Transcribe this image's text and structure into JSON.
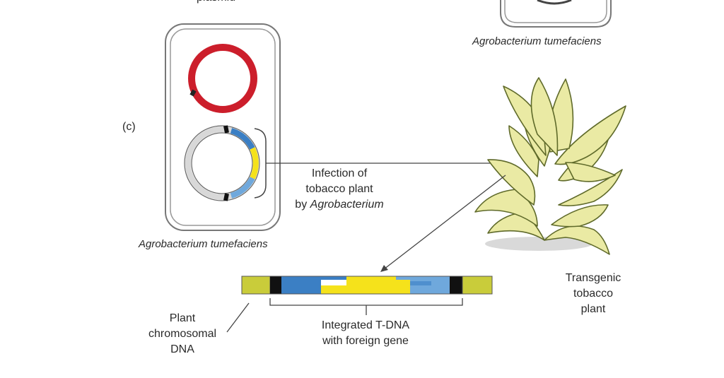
{
  "labels": {
    "top_partial": "plasmid",
    "organism_top_right": "Agrobacterium tumefaciens",
    "panel": "(c)",
    "organism_left": "Agrobacterium tumefaciens",
    "infection": {
      "line1": "Infection of",
      "line2": "tobacco plant",
      "line3_prefix": "by ",
      "line3_italic": "Agrobacterium"
    },
    "transgenic": [
      "Transgenic",
      "tobacco",
      "plant"
    ],
    "plant_dna": [
      "Plant",
      "chromosomal",
      "DNA"
    ],
    "tdna": [
      "Integrated T-DNA",
      "with foreign gene"
    ]
  },
  "colors": {
    "plasmid_red": "#cc1e2b",
    "tdna_blue": "#3b7fc4",
    "tdna_light_blue": "#6fa8dc",
    "gene_yellow": "#f5e21b",
    "border_black": "#111111",
    "plant_dna_olive": "#c9cc3a",
    "cell_outline": "#777777",
    "leaf_fill": "#eaeaa4",
    "leaf_stroke": "#5f6a2a"
  }
}
